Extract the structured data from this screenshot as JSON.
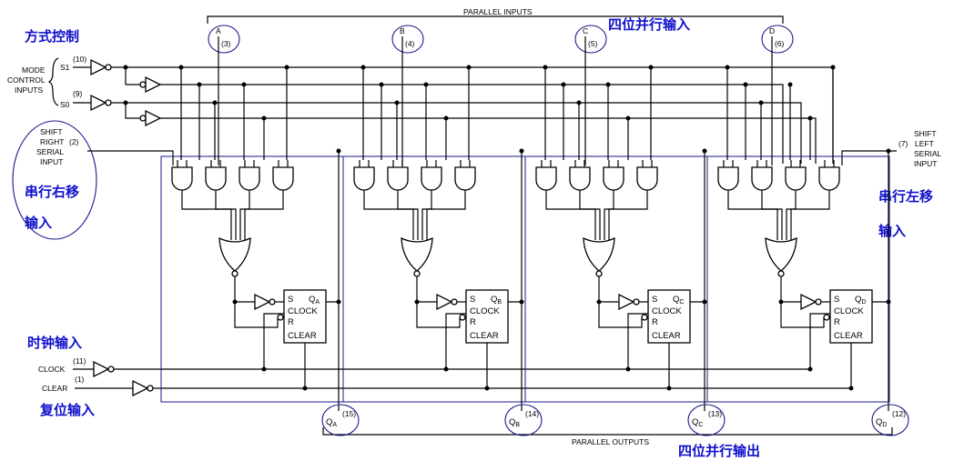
{
  "annotations": {
    "mode_control": "方式控制",
    "parallel_in": "四位并行输入",
    "shift_right_in": [
      "串行右移",
      "输入"
    ],
    "shift_left_in": [
      "串行左移",
      "输入"
    ],
    "clock_in": "时钟输入",
    "clear_in": "复位输入",
    "parallel_out": "四位并行输出"
  },
  "labels": {
    "parallel_inputs": "PARALLEL INPUTS",
    "parallel_outputs": "PARALLEL OUTPUTS",
    "mode_control_inputs": [
      "MODE",
      "CONTROL",
      "INPUTS"
    ],
    "s1": "S1",
    "s0": "S0",
    "shift_right_serial_input": [
      "SHIFT",
      "RIGHT",
      "SERIAL",
      "INPUT"
    ],
    "shift_left_serial_input": [
      "SHIFT",
      "LEFT",
      "SERIAL",
      "INPUT"
    ],
    "clock": "CLOCK",
    "clear": "CLEAR"
  },
  "pins": {
    "s1": "(10)",
    "s0": "(9)",
    "shift_right": "(2)",
    "shift_left": "(7)",
    "clock": "(11)",
    "clear": "(1)"
  },
  "inputs": [
    {
      "name": "A",
      "pin": "(3)"
    },
    {
      "name": "B",
      "pin": "(4)"
    },
    {
      "name": "C",
      "pin": "(5)"
    },
    {
      "name": "D",
      "pin": "(6)"
    }
  ],
  "outputs": [
    {
      "name": "Q",
      "sub": "A",
      "pin": "(15)"
    },
    {
      "name": "Q",
      "sub": "B",
      "pin": "(14)"
    },
    {
      "name": "Q",
      "sub": "C",
      "pin": "(13)"
    },
    {
      "name": "Q",
      "sub": "D",
      "pin": "(12)"
    }
  ],
  "flipflop": {
    "s": "S",
    "clock": "CLOCK",
    "r": "R",
    "clear": "CLEAR",
    "q": "Q"
  },
  "colors": {
    "annotation": "#1010cc",
    "block_outline": "#1a1a8c",
    "wire": "#000000"
  }
}
